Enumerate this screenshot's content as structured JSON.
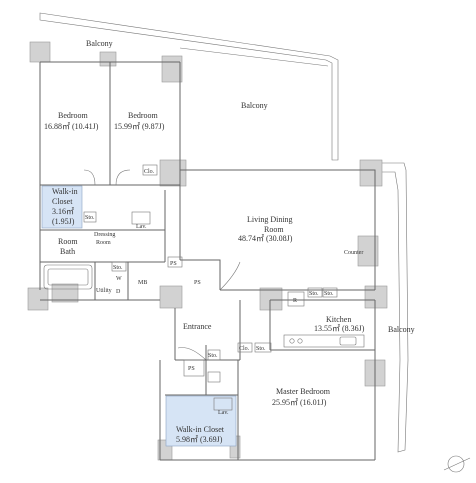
{
  "rooms": {
    "balcony_top": "Balcony",
    "balcony_mid": "Balcony",
    "balcony_right": "Balcony",
    "bedroom1": {
      "name": "Bedroom",
      "area": "16.88㎡ (10.41J)"
    },
    "bedroom2": {
      "name": "Bedroom",
      "area": "15.99㎡ (9.87J)"
    },
    "walkin1": {
      "name_line1": "Walk-in",
      "name_line2": "Closet",
      "area_line1": "3.16㎡",
      "area_line2": "(1.95J)"
    },
    "living": {
      "name_line1": "Living Dining",
      "name_line2": "Room",
      "area": "48.74㎡ (30.08J)"
    },
    "dressing": {
      "line1": "Dressing",
      "line2": "Room"
    },
    "bath": {
      "line1": "Room",
      "line2": "Bath"
    },
    "lav1": "Lav.",
    "lav2": "Lav.",
    "counter": "Counter",
    "utility": "Utility",
    "w": "W",
    "d": "D",
    "mb": "MB",
    "ps1": "PS",
    "ps2": "PS",
    "ps3": "PS",
    "sto": [
      "Sto.",
      "Sto.",
      "Sto.",
      "Sto.",
      "Sto.",
      "Sto."
    ],
    "clo1": "Clo.",
    "clo2": "Clo.",
    "r": "R",
    "kitchen": {
      "name": "Kitchen",
      "area": "13.55㎡ (8.36J)"
    },
    "entrance": "Entrance",
    "master": {
      "name": "Master Bedroom",
      "area": "25.95㎡ (16.01J)"
    },
    "walkin2": {
      "name": "Walk-in Closet",
      "area": "5.98㎡ (3.69J)"
    }
  }
}
